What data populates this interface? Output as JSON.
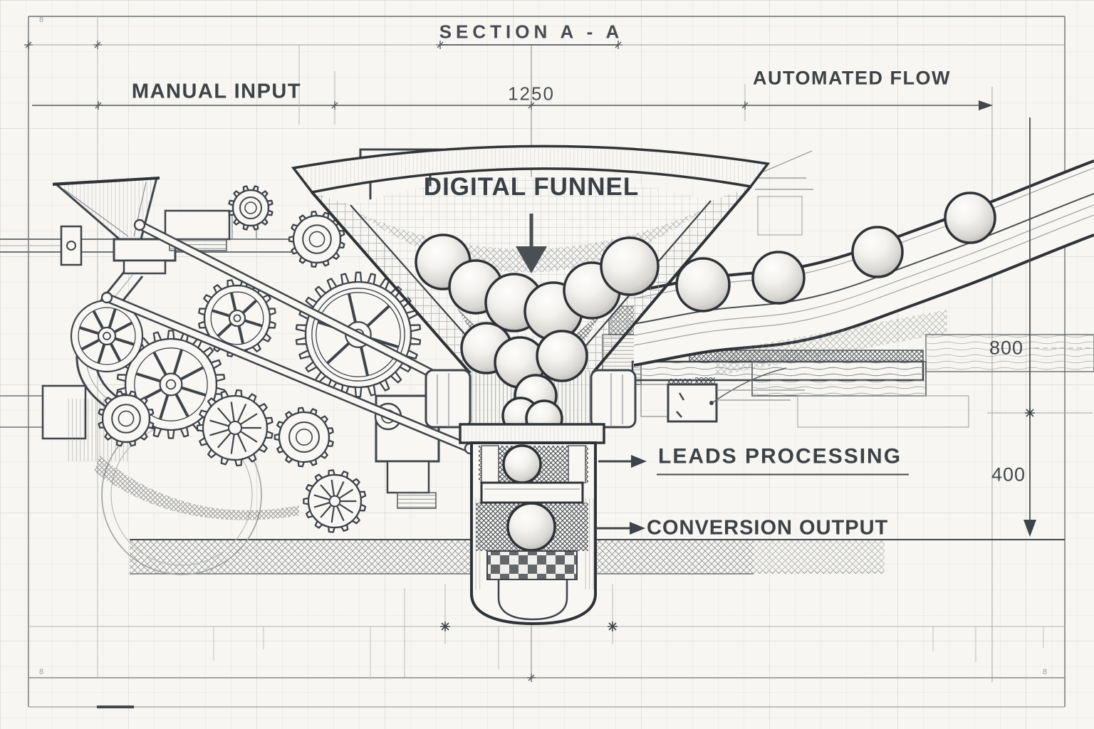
{
  "drawing": {
    "title": "SECTION A - A",
    "annotations": {
      "manual_input": "MANUAL INPUT",
      "automated_flow": "AUTOMATED FLOW",
      "digital_funnel": "DIGITAL FUNNEL",
      "leads_processing": "LEADS PROCESSING",
      "conversion_output": "CONVERSION OUTPUT"
    },
    "dimensions": {
      "top_width": "1250",
      "right_upper": "800",
      "right_lower": "400"
    },
    "corner_marks": {
      "top_left": "8",
      "bottom_left": "8",
      "bottom_right": "8"
    },
    "colors": {
      "paper": "#f7f6f2",
      "ink_dark": "#2f3337",
      "ink_medium": "#595e63",
      "ink_light": "#9aa0a4",
      "text": "#3d4247"
    }
  }
}
